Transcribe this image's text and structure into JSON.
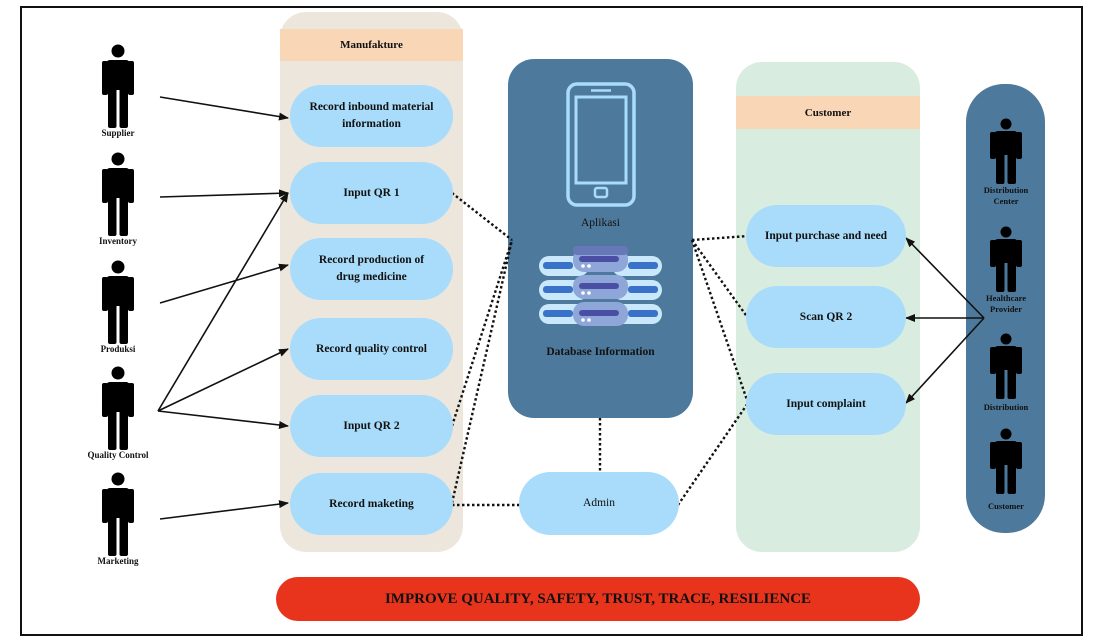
{
  "actors": {
    "supplier": "Supplier",
    "inventory": "Inventory",
    "produksi": "Produksi",
    "quality_control": "Quality Control",
    "marketing": "Marketing"
  },
  "manufakture": {
    "title": "Manufakture",
    "process_1_line1": "Record inbound material",
    "process_1_line2": "information",
    "process_2": "Input QR 1",
    "process_3_line1": "Record production of",
    "process_3_line2": "drug medicine",
    "process_4": "Record quality control",
    "process_5": "Input QR 2",
    "process_6": "Record maketing"
  },
  "database": {
    "app_label": "Aplikasi",
    "db_label": "Database Information",
    "admin": "Admin"
  },
  "customer": {
    "title": "Customer",
    "process_1": "Input purchase and need",
    "process_2": "Scan QR 2",
    "process_3": "Input complaint"
  },
  "stakeholders": {
    "distribution_center_line1": "Distribution",
    "distribution_center_line2": "Center",
    "healthcare_provider_line1": "Healthcare",
    "healthcare_provider_line2": "Provider",
    "distribution": "Distribution",
    "customer": "Customer"
  },
  "banner": "IMPROVE QUALITY, SAFETY, TRUST, TRACE, RESILIENCE",
  "colors": {
    "process_fill": "#a8dcfa",
    "header_fill": "#f8d6b6",
    "database_panel": "#4d7a9c",
    "banner_fill": "#e8341c",
    "manufakture_panel": "#ede6dc",
    "customer_panel": "#d9ece0"
  }
}
